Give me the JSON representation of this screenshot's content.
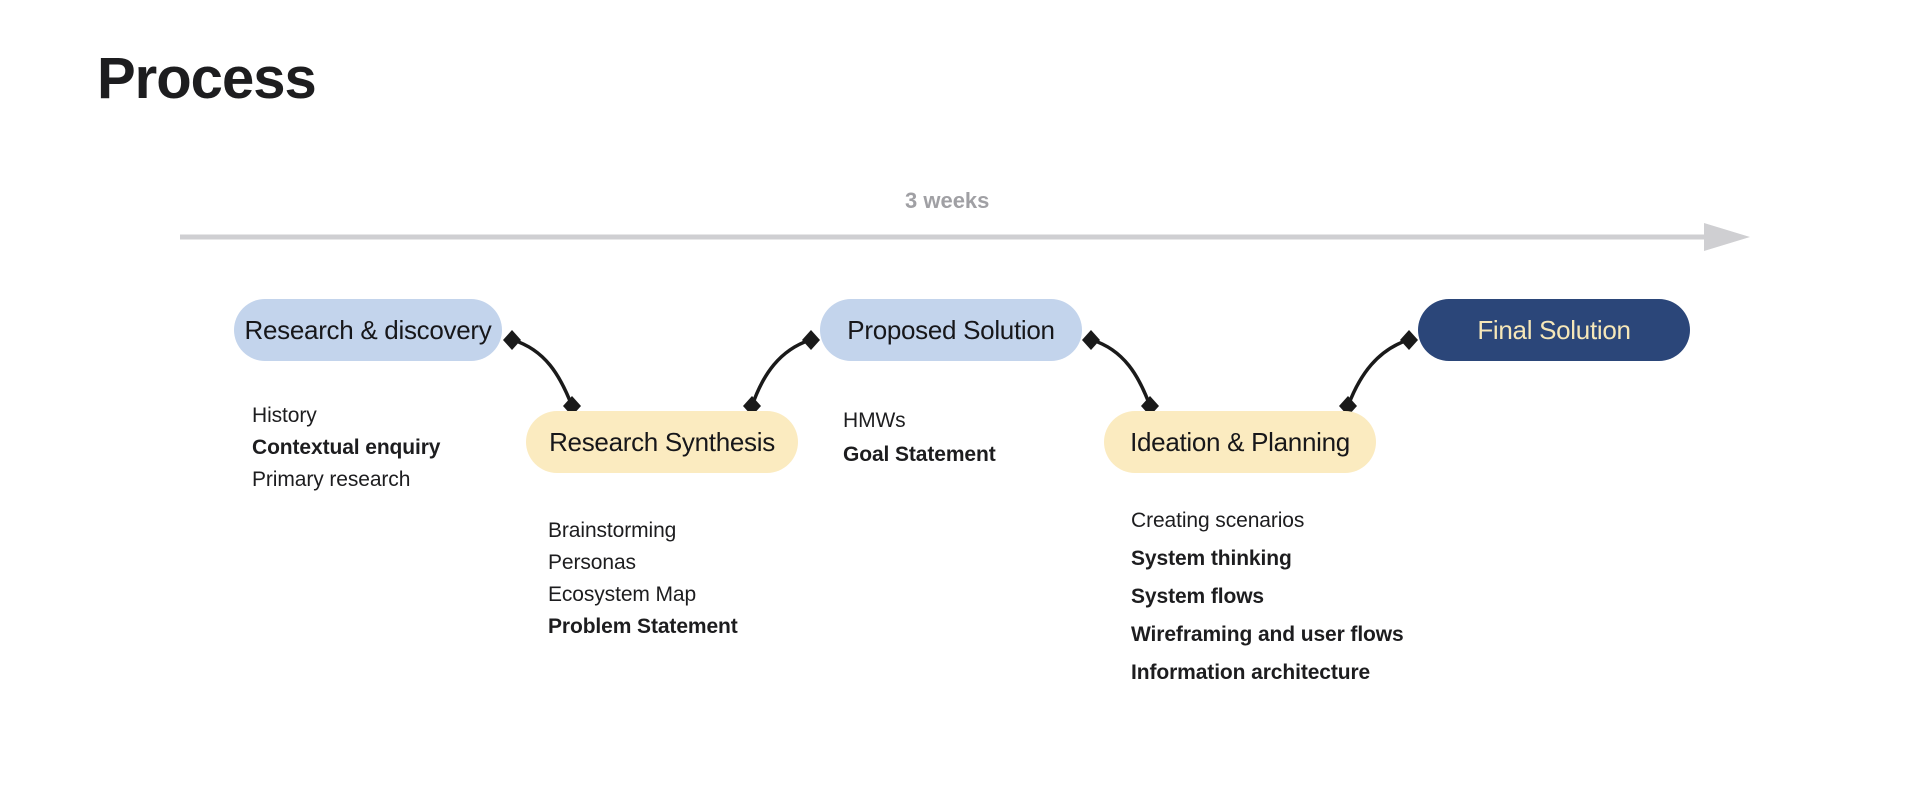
{
  "page": {
    "title": "Process"
  },
  "timeline": {
    "duration_label": "3 weeks",
    "arrow_icon": "right-arrow-icon",
    "line_color": "#cfcfd2"
  },
  "colors": {
    "pill_blue": "#c3d4ec",
    "pill_yellow": "#fbebc0",
    "pill_navy": "#2b4679",
    "navy_text": "#f6e7b8",
    "text_dark": "#1d1d1f",
    "timeline_gray": "#a0a0a4",
    "connector_black": "#1a1a1a"
  },
  "nodes": [
    {
      "id": "research-discovery",
      "label": "Research & discovery",
      "style": "blue"
    },
    {
      "id": "research-synthesis",
      "label": "Research Synthesis",
      "style": "yellow"
    },
    {
      "id": "proposed-solution",
      "label": "Proposed Solution",
      "style": "blue"
    },
    {
      "id": "ideation-planning",
      "label": "Ideation & Planning",
      "style": "yellow"
    },
    {
      "id": "final-solution",
      "label": "Final Solution",
      "style": "navy"
    }
  ],
  "lists": {
    "research_discovery": [
      {
        "text": "History",
        "bold": false
      },
      {
        "text": "Contextual enquiry",
        "bold": true
      },
      {
        "text": "Primary research",
        "bold": false
      }
    ],
    "research_synthesis": [
      {
        "text": "Brainstorming",
        "bold": false
      },
      {
        "text": "Personas",
        "bold": false
      },
      {
        "text": "Ecosystem Map",
        "bold": false
      },
      {
        "text": "Problem Statement",
        "bold": true
      }
    ],
    "proposed_solution": [
      {
        "text": "HMWs",
        "bold": false
      },
      {
        "text": "Goal Statement",
        "bold": true
      }
    ],
    "ideation_planning": [
      {
        "text": "Creating scenarios",
        "bold": false
      },
      {
        "text": "System thinking",
        "bold": true
      },
      {
        "text": " System flows",
        "bold": true
      },
      {
        "text": "Wireframing and user flows",
        "bold": true
      },
      {
        "text": "Information architecture",
        "bold": true
      }
    ]
  }
}
